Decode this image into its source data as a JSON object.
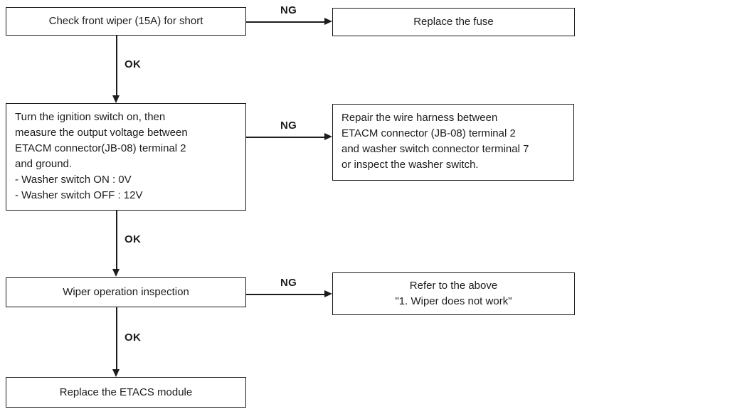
{
  "diagram": {
    "type": "flowchart",
    "boxes": {
      "check_front_wiper": "Check front wiper (15A) for short",
      "replace_fuse": "Replace the fuse",
      "measure_voltage": "Turn the ignition switch on, then\nmeasure the output voltage between\nETACM connector(JB-08) terminal 2\nand ground.\n- Washer switch ON : 0V\n- Washer switch OFF : 12V",
      "repair_harness": "Repair the wire harness between\nETACM connector (JB-08) terminal 2\nand washer switch connector terminal 7\nor inspect the washer switch.",
      "wiper_inspection": "Wiper operation inspection",
      "refer_above": "Refer to the above\n\"1. Wiper does not work\"",
      "replace_etacs": "Replace the ETACS module"
    },
    "labels": {
      "ok": "OK",
      "ng": "NG"
    },
    "colors": {
      "line": "#1c1c1c",
      "text": "#1c1c1c",
      "background": "#ffffff"
    }
  }
}
